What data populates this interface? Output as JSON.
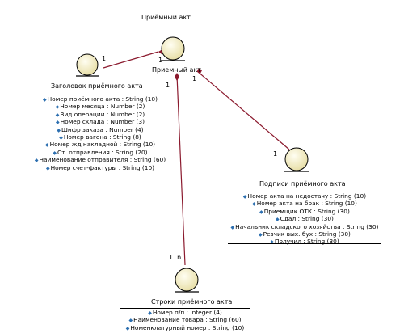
{
  "diagram_title": "Приёмный акт",
  "classes": {
    "main": {
      "name": "Приемный акт"
    },
    "header": {
      "name": "Заголовок приёмного акта",
      "attributes": [
        "Номер приёмного акта : String (10)",
        "Номер месяца : Number (2)",
        "Вид операции : Number (2)",
        "Номер склада : Number (3)",
        "Шифр заказа : Number (4)",
        "Номер вагона : String (8)",
        "Номер жд накладной : String (10)",
        "Ст. отправления : String (20)",
        "Наименование отправителя : String (60)",
        "Номер счет-фактуры : String (10)"
      ]
    },
    "signatures": {
      "name": "Подписи приёмного акта",
      "attributes": [
        "Номер акта на недостачу : String (10)",
        "Номер акта на брак : String (10)",
        "Приемщик ОТК : String (30)",
        "Сдал : String (30)",
        "Начальник складского хозяйства : String (30)",
        "Резчик вых. бух : String (30)",
        "Получил : String (30)"
      ]
    },
    "lines": {
      "name": "Строки приёмного акта",
      "attributes": [
        "Номер п/п : Integer (4)",
        "Наименование товара : String (60)",
        "Номенклатурный номер : String (10)"
      ]
    }
  },
  "multiplicities": {
    "header_end": "1",
    "main_to_header": "1",
    "main_to_signatures": "1",
    "main_to_lines": "1",
    "signatures_end": "1",
    "lines_end": "1..n"
  },
  "colors": {
    "entity_fill": "#f3eecb",
    "association_line": "#8b1a2e",
    "attribute_icon": "#2c6fb0"
  }
}
